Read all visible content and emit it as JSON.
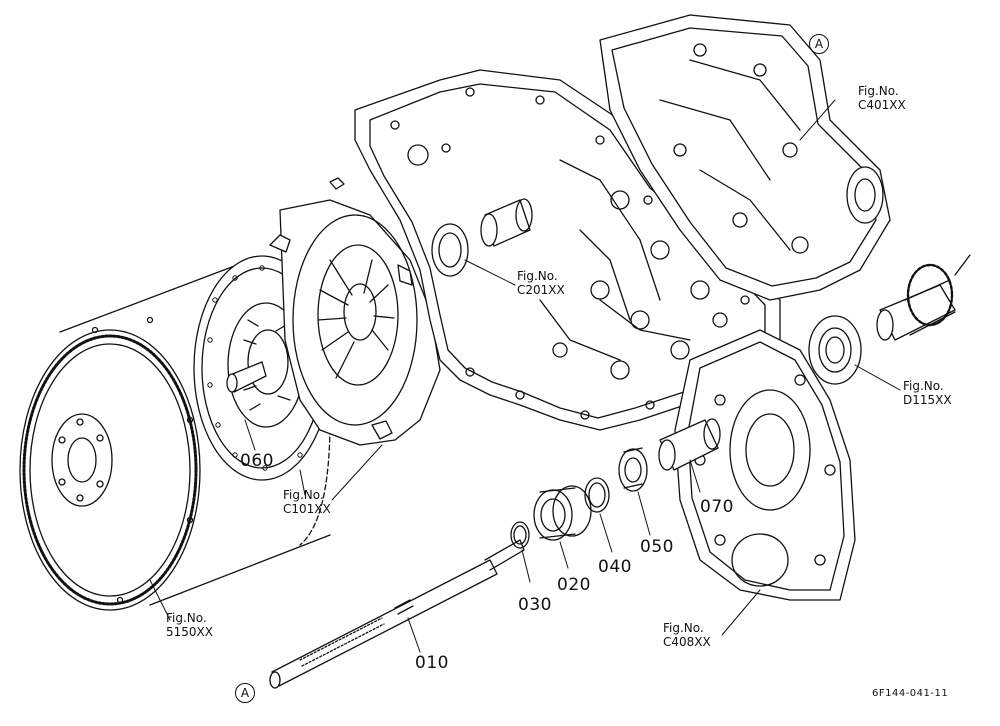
{
  "parts": [
    {
      "id": "p010",
      "text": "010"
    },
    {
      "id": "p020",
      "text": "020"
    },
    {
      "id": "p030",
      "text": "030"
    },
    {
      "id": "p040",
      "text": "040"
    },
    {
      "id": "p050",
      "text": "050"
    },
    {
      "id": "p060",
      "text": "060"
    },
    {
      "id": "p070",
      "text": "070"
    }
  ],
  "figure_refs": [
    {
      "id": "c401",
      "line1": "Fig.No.",
      "line2": "C401XX"
    },
    {
      "id": "c201",
      "line1": "Fig.No.",
      "line2": "C201XX"
    },
    {
      "id": "d115",
      "line1": "Fig.No.",
      "line2": "D115XX"
    },
    {
      "id": "c101",
      "line1": "Fig.No.",
      "line2": "C101XX"
    },
    {
      "id": "s5150",
      "line1": "Fig.No.",
      "line2": "5150XX"
    },
    {
      "id": "c408",
      "line1": "Fig.No.",
      "line2": "C408XX"
    }
  ],
  "refs": {
    "top": "A",
    "bottom": "A"
  },
  "drawing_code": "6F144-041-11",
  "colors": {
    "line": "#111111",
    "background": "#ffffff"
  }
}
